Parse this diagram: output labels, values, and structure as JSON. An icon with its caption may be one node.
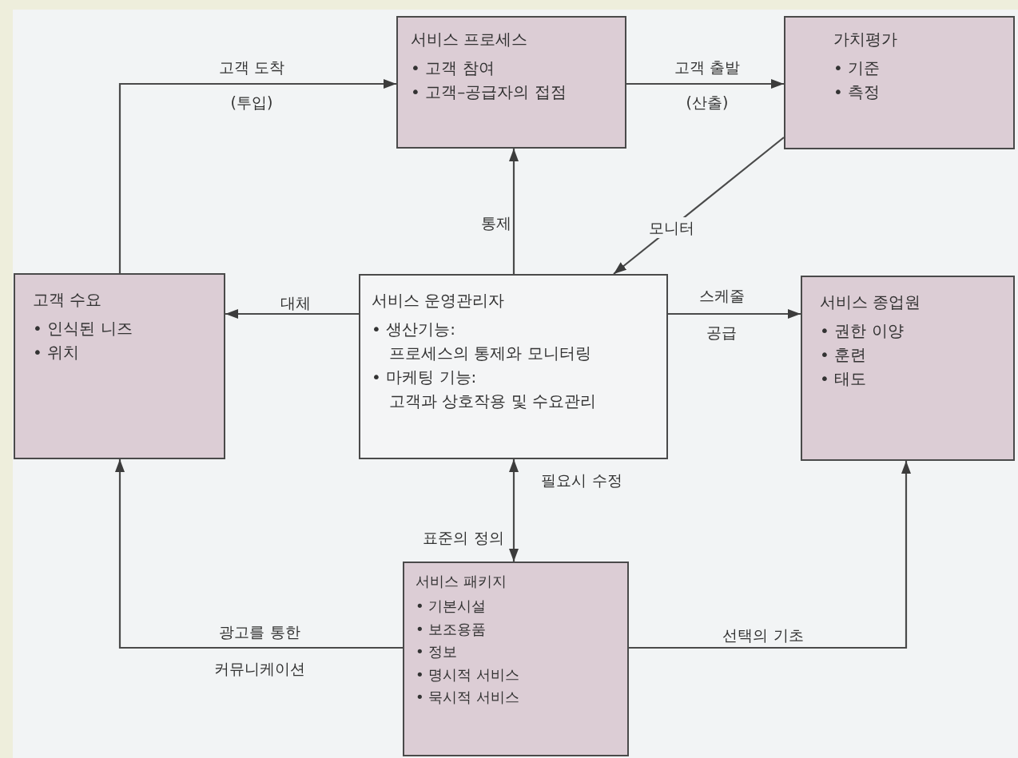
{
  "diagram": {
    "nodes": [
      {
        "text": [
          "서비스 프로세스",
          "• 고객 참여",
          "• 고객–공급자의 접점"
        ]
      },
      {
        "text": [
          "가치평가",
          "• 기준",
          "• 측정"
        ]
      },
      {
        "text": [
          "고객 수요",
          "• 인식된 니즈",
          "• 위치"
        ]
      },
      {
        "text": [
          "서비스 운영관리자",
          "• 생산기능: 프로세스의 통제와 모니터링",
          "• 마케팅 기능: 고객과 상호작용 및 수요관리"
        ]
      },
      {
        "text": [
          "서비스 종업원",
          "• 권한 이양",
          "• 훈련",
          "• 태도"
        ]
      },
      {
        "text": [
          "서비스 패키지",
          "• 기본시설",
          "• 보조용품",
          "• 정보",
          "• 명시적 서비스",
          "• 묵시적 서비스"
        ]
      }
    ],
    "edges": [
      {
        "from": 2,
        "to": 0,
        "arrow": "to",
        "label": "고객 도착 (투입)"
      },
      {
        "from": 0,
        "to": 1,
        "arrow": "to",
        "label": "고객 출발 (산출)"
      },
      {
        "from": 3,
        "to": 0,
        "arrow": "to",
        "label": "통제"
      },
      {
        "from": 1,
        "to": 3,
        "arrow": "to",
        "label": "모니터"
      },
      {
        "from": 3,
        "to": 2,
        "arrow": "to",
        "label": "대체"
      },
      {
        "from": 3,
        "to": 4,
        "arrow": "to",
        "label": "스케줄 공급"
      },
      {
        "from": 5,
        "to": 3,
        "arrow": "both",
        "label": "필요시 수정"
      },
      {
        "from": 5,
        "to": 2,
        "arrow": "to",
        "label": "광고를 통한 커뮤니케이션"
      },
      {
        "from": 5,
        "to": 4,
        "arrow": "to",
        "label": "선택의 기초"
      }
    ],
    "labels": [
      "표준의 정의"
    ]
  }
}
